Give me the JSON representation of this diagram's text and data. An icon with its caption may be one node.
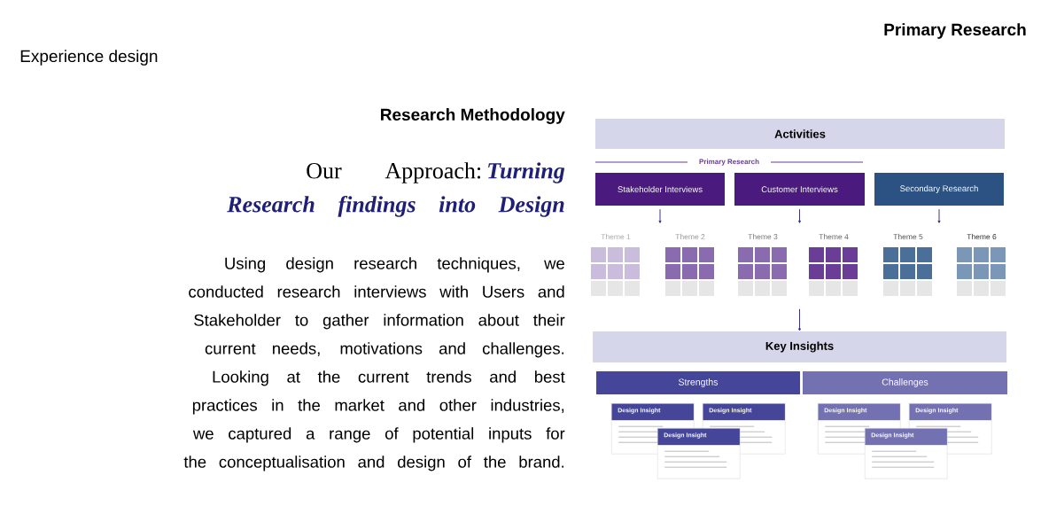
{
  "diagram": {
    "title": "Research Methodology",
    "nodes": [
      {
        "text": [
          "Activities"
        ]
      },
      {
        "text": [
          "Stakeholder Interviews"
        ]
      },
      {
        "text": [
          "Customer Interviews"
        ]
      },
      {
        "text": [
          "Secondary Research"
        ]
      },
      {
        "text": [
          "Key Insights"
        ]
      },
      {
        "text": [
          "Strengths"
        ]
      },
      {
        "text": [
          "Challenges"
        ]
      },
      {
        "text": [
          "Design Insight"
        ]
      },
      {
        "text": [
          "Design Insight"
        ]
      },
      {
        "text": [
          "Design Insight"
        ]
      },
      {
        "text": [
          "Design Insight"
        ]
      },
      {
        "text": [
          "Design Insight"
        ]
      },
      {
        "text": [
          "Design Insight"
        ]
      }
    ],
    "edges": [
      {
        "from": 1,
        "to": null,
        "arrow": "to"
      },
      {
        "from": 2,
        "to": null,
        "arrow": "to"
      },
      {
        "from": 3,
        "to": null,
        "arrow": "to"
      },
      {
        "from": null,
        "to": 4,
        "arrow": "to"
      }
    ],
    "labels": [
      "Experience design",
      "Primary Research",
      "Our Approach:",
      "Turning Research findings into Design",
      "Using design research techniques, we conducted research interviews with Users and Stakeholder to gather information about their current needs, motivations and challenges.",
      "Looking at the current trends and best practices in the market and other industries, we captured a range of potential inputs for the conceptualisation and design of the brand.",
      "Primary Research",
      "Theme 1",
      "Theme 2",
      "Theme 3",
      "Theme 4",
      "Theme 5",
      "Theme 6"
    ]
  }
}
